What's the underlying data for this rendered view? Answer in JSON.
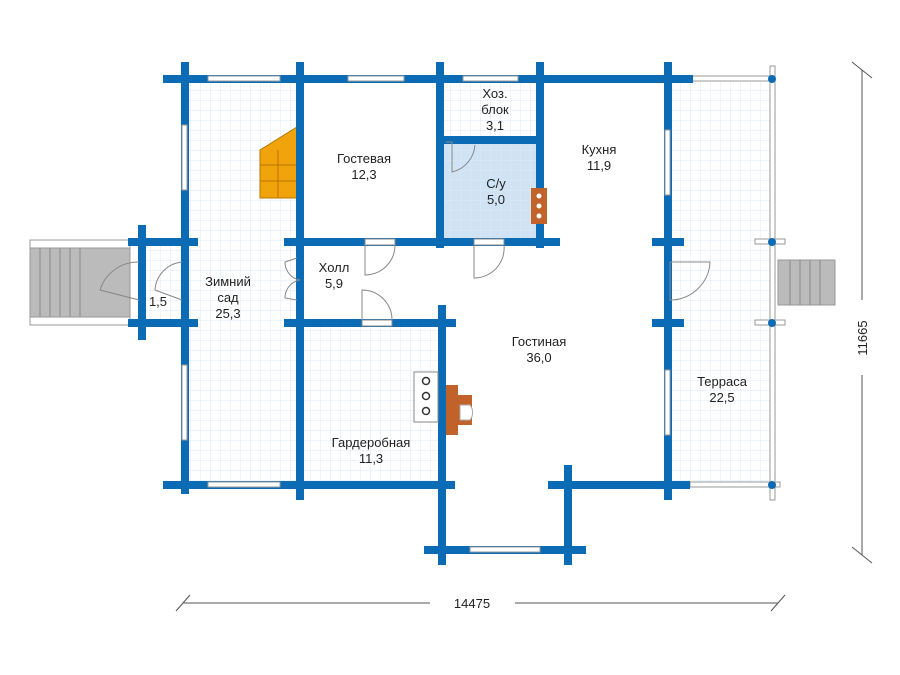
{
  "colors": {
    "wall": "#0b6bb5",
    "stairs": "#f0a30a",
    "fireplace": "#c0622a",
    "bath": "#cfe3f5",
    "grid": "#dbe8f4"
  },
  "rooms": [
    {
      "name": "Зимний",
      "name2": "сад",
      "area": "25,3"
    },
    {
      "name": "Гостевая",
      "area": "12,3"
    },
    {
      "name": "Хоз.",
      "name2": "блок",
      "area": "3,1"
    },
    {
      "name": "С/у",
      "area": "5,0"
    },
    {
      "name": "Кухня",
      "area": "11,9"
    },
    {
      "name": "Холл",
      "area": "5,9"
    },
    {
      "name": "Гостиная",
      "area": "36,0"
    },
    {
      "name": "Гардеробная",
      "area": "11,3"
    },
    {
      "name": "Терраса",
      "area": "22,5"
    },
    {
      "area": "1,5"
    }
  ],
  "dimensions": {
    "width": "14475",
    "depth": "11665"
  }
}
